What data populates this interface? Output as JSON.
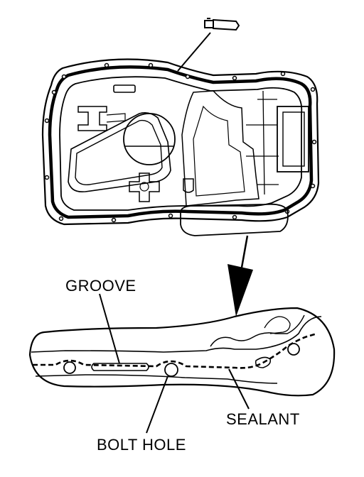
{
  "labels": {
    "groove": "GROOVE",
    "sealant": "SEALANT",
    "bolt_hole": "BOLT HOLE"
  },
  "colors": {
    "line": "#000000",
    "background": "#ffffff"
  }
}
